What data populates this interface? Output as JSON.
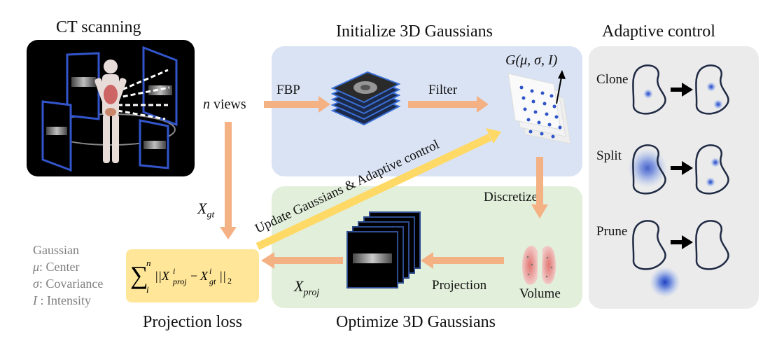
{
  "titles": {
    "ct_scanning": "CT scanning",
    "initialize": "Initialize 3D Gaussians",
    "adaptive": "Adaptive control",
    "projection_loss": "Projection loss",
    "optimize": "Optimize 3D Gaussians"
  },
  "labels": {
    "n": "n",
    "views": " views",
    "fbp": "FBP",
    "filter": "Filter",
    "gaussian_fn": "G(μ, σ, I)",
    "discretize": "Discretize",
    "volume": "Volume",
    "projection": "Projection",
    "update": "Update Gaussians & Adaptive control",
    "x_gt_base": "X",
    "x_gt_sub": "gt",
    "x_proj_base": "X",
    "x_proj_sub": "proj"
  },
  "legend": {
    "heading": "Gaussian",
    "mu_sym": "μ",
    "mu_text": ": Center",
    "sigma_sym": "σ",
    "sigma_text": ": Covariance",
    "i_sym": "I",
    "i_text": " : Intensity"
  },
  "adaptive_items": [
    "Clone",
    "Split",
    "Prune"
  ],
  "colors": {
    "blue_panel": "#dae3f3",
    "green_panel": "#e2efda",
    "gray_panel": "#ebebeb",
    "loss_box": "#ffe699",
    "arrow_orange": "#f4b183",
    "arrow_yellow": "#ffd966",
    "gaussian_blue": "#2f55c8"
  }
}
